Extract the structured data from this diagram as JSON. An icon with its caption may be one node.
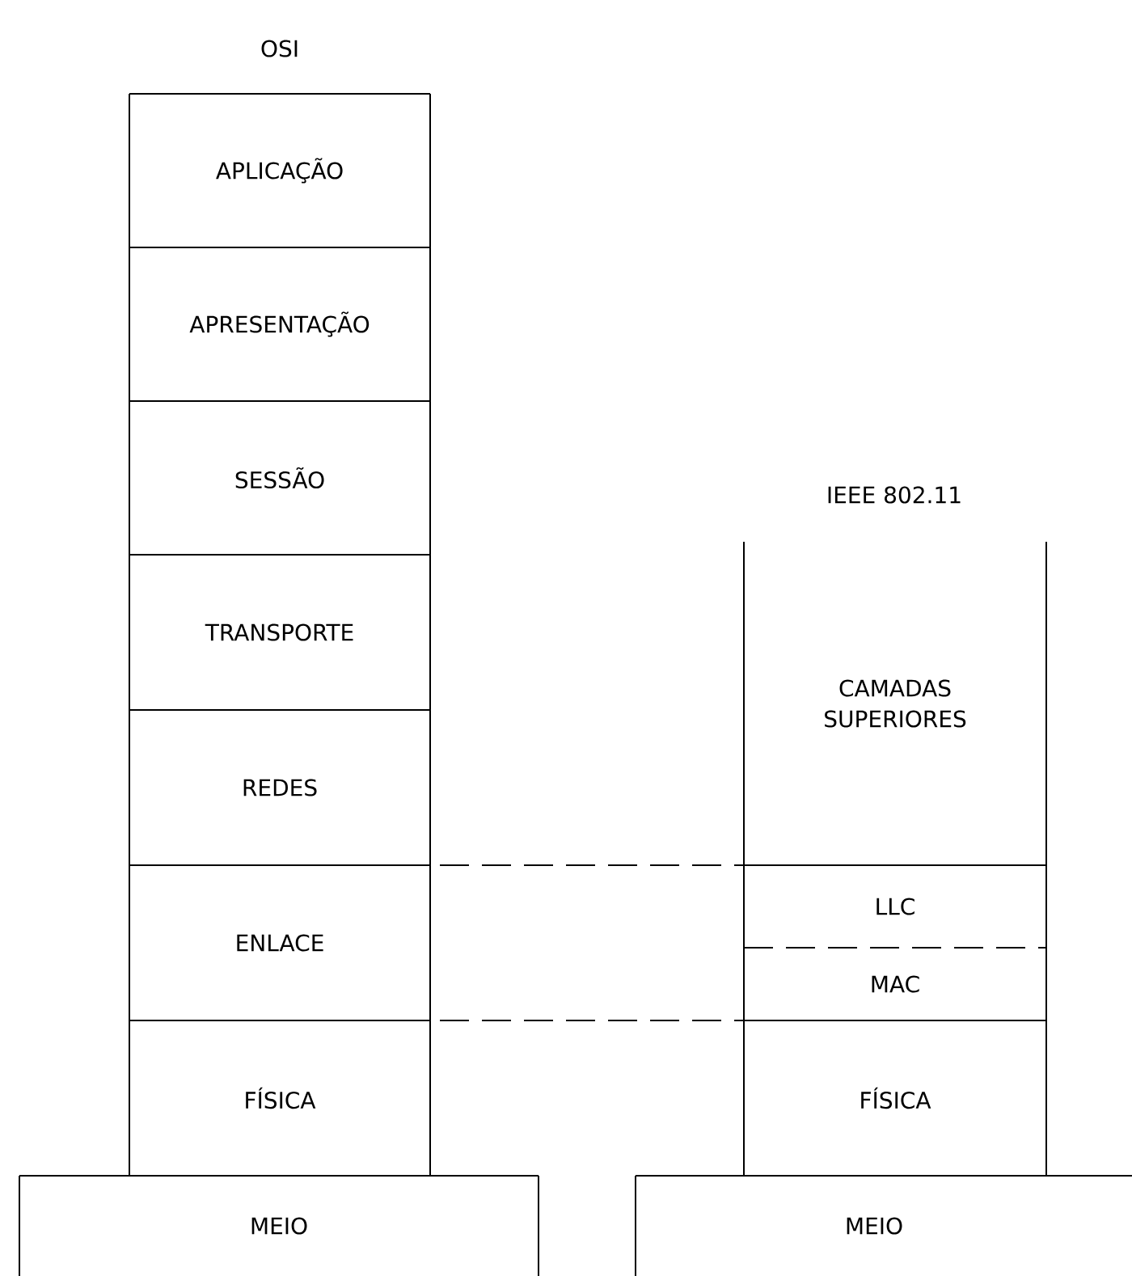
{
  "diagram": {
    "nodes": [
      {
        "text": [
          "APLICAÇÃO"
        ]
      },
      {
        "text": [
          "APRESENTAÇÃO"
        ]
      },
      {
        "text": [
          "SESSÃO"
        ]
      },
      {
        "text": [
          "TRANSPORTE"
        ]
      },
      {
        "text": [
          "REDES"
        ]
      },
      {
        "text": [
          "ENLACE"
        ]
      },
      {
        "text": [
          "FÍSICA"
        ]
      },
      {
        "text": [
          "MEIO"
        ]
      },
      {
        "text": [
          "CAMADAS SUPERIORES"
        ]
      },
      {
        "text": [
          "LLC"
        ]
      },
      {
        "text": [
          "MAC"
        ]
      },
      {
        "text": [
          "FÍSICA"
        ]
      },
      {
        "text": [
          "MEIO"
        ]
      }
    ],
    "labels": [
      "OSI",
      "IEEE 802.11"
    ]
  }
}
